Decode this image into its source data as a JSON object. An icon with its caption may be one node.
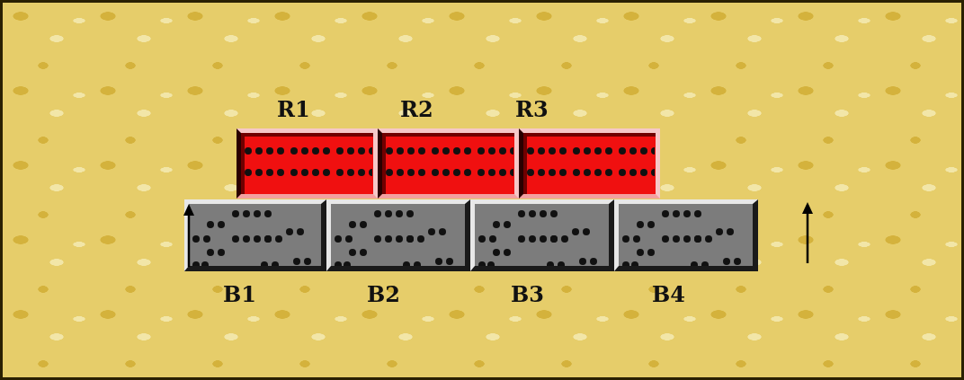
{
  "diagram": {
    "nodes": [
      {
        "text": [
          "R1"
        ]
      },
      {
        "text": [
          "R2"
        ]
      },
      {
        "text": [
          "R3"
        ]
      },
      {
        "text": [
          "B1"
        ]
      },
      {
        "text": [
          "B2"
        ]
      },
      {
        "text": [
          "B3"
        ]
      },
      {
        "text": [
          "B4"
        ]
      }
    ]
  }
}
